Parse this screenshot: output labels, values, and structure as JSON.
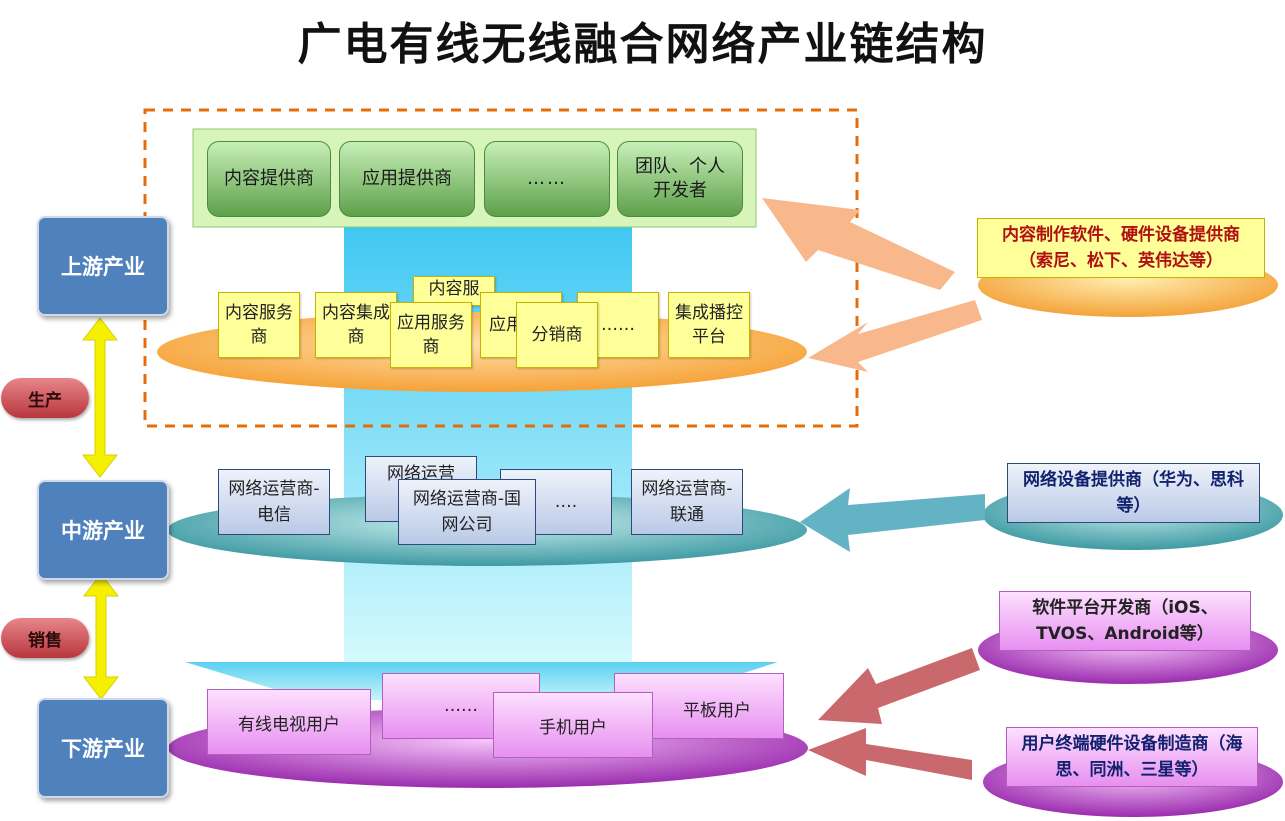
{
  "title": "广电有线无线融合网络产业链结构",
  "levels": {
    "upstream": "上游产业",
    "midstream": "中游产业",
    "downstream": "下游产业"
  },
  "links": {
    "production": "生产",
    "sales": "销售"
  },
  "upstream_top": [
    "内容提供商",
    "应用提供商",
    "……",
    "团队、个人开发者"
  ],
  "upstream_services": {
    "content_service": "内容服务商",
    "content_integrator": "内容集成商",
    "content_service_back": "内容服",
    "app_service": "应用服务商",
    "app_integrator_partial": "应用成",
    "distributor": "分销商",
    "ellipsis": "……",
    "broadcast_platform": "集成播控平台"
  },
  "midstream_ops": {
    "telecom": "网络运营商-电信",
    "back_partial": "网络运营",
    "state_grid": "网络运营商-国网公司",
    "ellipsis": "….",
    "unicom": "网络运营商-联通"
  },
  "downstream_users": {
    "cable_tv": "有线电视用户",
    "ellipsis": "……",
    "mobile": "手机用户",
    "tablet": "平板用户"
  },
  "suppliers": {
    "content_hw": "内容制作软件、硬件设备提供商（索尼、松下、英伟达等）",
    "network_eq": "网络设备提供商（华为、思科等）",
    "software_platform": "软件平台开发商（iOS、TVOS、Android等）",
    "terminal_hw": "用户终端硬件设备制造商（海思、同洲、三星等）"
  },
  "colors": {
    "level_box": "#4f81bd",
    "upstream_green": "#6fae57",
    "service_orange": "#f8a540",
    "network_teal": "#4aa0a8",
    "user_purple": "#a437b8",
    "dashed_frame": "#e46c0a",
    "double_arrow": "#f5f000"
  }
}
